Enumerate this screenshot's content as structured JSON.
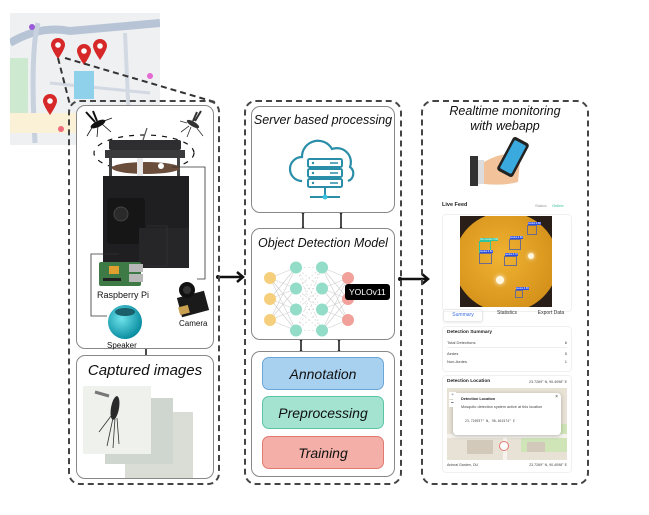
{
  "map": {
    "marker_count": 4,
    "marker_color": "#d62828",
    "pond_color": "#8fd0ea"
  },
  "device_panel": {
    "labels": {
      "raspberry_pi": "Raspberry Pi",
      "camera": "Camera",
      "speaker": "Speaker"
    }
  },
  "captured_panel": {
    "title": "Captured images"
  },
  "server_panel": {
    "title": "Server based processing"
  },
  "model_panel": {
    "title": "Object Detection Model",
    "badge": "YOLOv11",
    "layers": [
      3,
      4,
      4,
      3
    ],
    "colors": {
      "input": "#f6cf7d",
      "hidden": "#92dcc8",
      "output": "#f2a09a"
    }
  },
  "pipeline": {
    "steps": [
      {
        "label": "Annotation",
        "fill": "#a8d0ef",
        "border": "#6aa6d8"
      },
      {
        "label": "Preprocessing",
        "fill": "#a4e3cf",
        "border": "#5bc4a5"
      },
      {
        "label": "Training",
        "fill": "#f4b0a8",
        "border": "#e07a70"
      }
    ]
  },
  "monitor_panel": {
    "title_line1": "Realtime monitoring",
    "title_line2": "with webapp",
    "webapp": {
      "live_feed_label": "Live Feed",
      "status_label": "Status:",
      "status_value": "Online",
      "status_color": "#34c3a0",
      "detections": [
        {
          "label": "Aedes 0.88"
        },
        {
          "label": "Non-Aedes 0.86"
        },
        {
          "label": "Aedes 0.89"
        },
        {
          "label": "Aedes 0.82"
        },
        {
          "label": "Aedes 0.79"
        },
        {
          "label": "Aedes 0.86"
        }
      ],
      "tabs": [
        "Summary",
        "Statistics",
        "Export Data"
      ],
      "active_tab": "Summary",
      "summary": {
        "title": "Detection Summary",
        "rows": [
          {
            "label": "Total Detections",
            "value": "6"
          },
          {
            "label": "Aedes",
            "value": "5"
          },
          {
            "label": "Non-Aedes",
            "value": "1"
          }
        ]
      },
      "location": {
        "title": "Detection Location",
        "coords": "23.7269° N, 90.4098° E",
        "popup_title": "Detection Location",
        "popup_text": "Mosquito detection system active at this location",
        "popup_coords": "23.726937° N, 90.401574° E",
        "zoom_in": "+",
        "zoom_out": "−",
        "close": "×",
        "place": "Animal Garden, DU",
        "footer_coords": "23.7269° N, 90.4098° E"
      }
    }
  }
}
